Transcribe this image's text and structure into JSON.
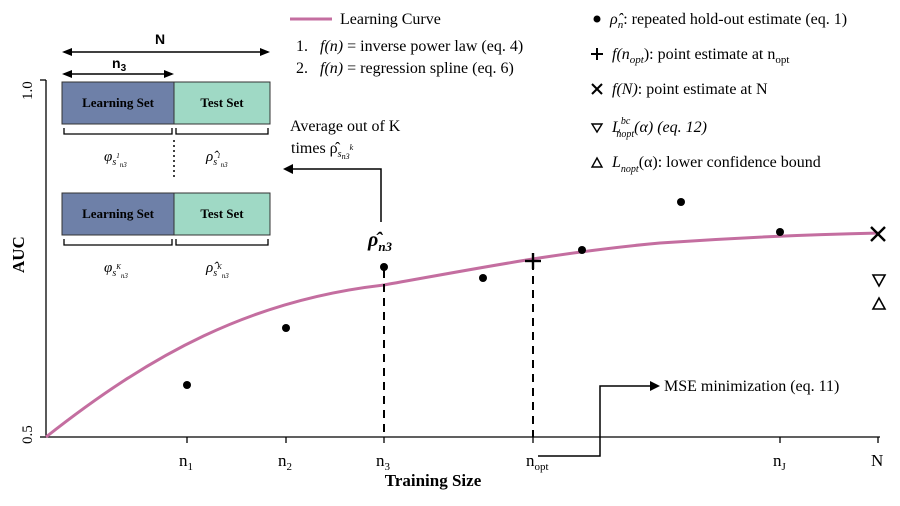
{
  "colors": {
    "curve": "#c46ea0",
    "learning_set": "#6e80a8",
    "test_set": "#9fd9c5",
    "axis": "#000000"
  },
  "axes": {
    "xlabel": "Training Size",
    "ylabel": "AUC",
    "y_top": "1.0",
    "y_bottom": "0.5"
  },
  "x_ticks": [
    {
      "name": "n",
      "sub": "1"
    },
    {
      "name": "n",
      "sub": "2"
    },
    {
      "name": "n",
      "sub": "3"
    },
    {
      "name": "n",
      "sub": "opt"
    },
    {
      "name": "n",
      "sub": "J"
    },
    {
      "name": "N",
      "sub": ""
    }
  ],
  "legend": {
    "curve_label": "Learning Curve",
    "item1_num": "1.",
    "item1_fn": "f(n)",
    "item1_text": "= inverse power law (eq. 4)",
    "item2_num": "2.",
    "item2_fn": "f(n)",
    "item2_text": "= regression spline (eq. 6)",
    "right": [
      {
        "marker": "dot-icon",
        "math": "ρ̂",
        "sub": "n",
        "text": ": repeated hold-out estimate (eq. 1)"
      },
      {
        "marker": "plus-icon",
        "math": "f(n",
        "sub": "opt",
        "text": "): point estimate at n",
        "tail_sub": "opt"
      },
      {
        "marker": "cross-icon",
        "math": "f(N)",
        "sub": "",
        "text": ": point estimate at N"
      },
      {
        "marker": "down-triangle-icon",
        "math": "L",
        "sup": "bc",
        "sub": "nopt",
        "text": "(α) (eq. 12)"
      },
      {
        "marker": "up-triangle-icon",
        "math": "L",
        "sub": "nopt",
        "text": "(α): lower confidence bound"
      }
    ]
  },
  "split": {
    "N_label": "N",
    "n3_label": "n",
    "n3_sub": "3",
    "learning_set": "Learning Set",
    "test_set": "Test Set",
    "phi": "φ",
    "rho_hat": "ρ̂",
    "sub_s1": "s",
    "sub_s1_sup": "1",
    "sub_sK_sup": "K",
    "sub_n3": "n3"
  },
  "annotations": {
    "average_line1": "Average out of K",
    "average_line2": "times ρ̂",
    "rho_n3": "ρ̂",
    "rho_n3_sub": "n3",
    "mse": "MSE minimization (eq. 11)"
  },
  "chart_data": {
    "type": "scatter",
    "xlabel": "Training Size",
    "ylabel": "AUC",
    "ylim": [
      0.5,
      1.0
    ],
    "points": [
      {
        "x": 1.0,
        "y": 0.571
      },
      {
        "x": 1.7,
        "y": 0.652
      },
      {
        "x": 2.4,
        "y": 0.732
      },
      {
        "x": 3.1,
        "y": 0.715
      },
      {
        "x": 3.8,
        "y": 0.756
      },
      {
        "x": 4.5,
        "y": 0.822
      },
      {
        "x": 5.2,
        "y": 0.777
      }
    ],
    "n_opt": {
      "x": 3.45,
      "y": 0.745
    },
    "f_N": {
      "x": 5.9,
      "y": 0.777
    },
    "L_bc": 0.719,
    "L": 0.688
  }
}
